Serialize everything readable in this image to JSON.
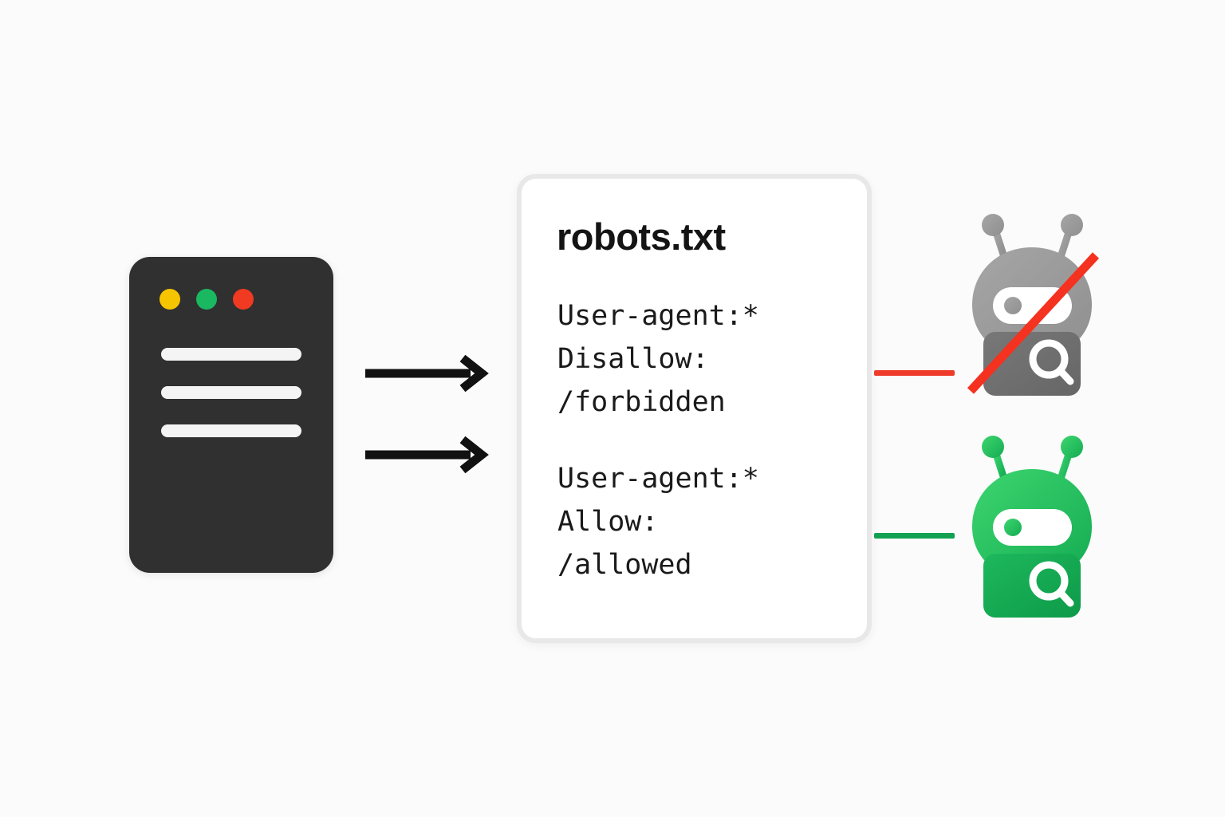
{
  "page": {
    "background_color": "#fbfbfb",
    "title": "robots.txt crawler access diagram"
  },
  "server": {
    "name": "website-server",
    "body_color": "#303030",
    "dots": [
      {
        "name": "traffic-dot-yellow",
        "color": "#f7c400"
      },
      {
        "name": "traffic-dot-green",
        "color": "#19b861"
      },
      {
        "name": "traffic-dot-red",
        "color": "#f03a21"
      }
    ],
    "content_lines": 3,
    "line_color": "#f4f4f4"
  },
  "arrows": [
    {
      "name": "arrow-to-card-top",
      "color": "#111111"
    },
    {
      "name": "arrow-to-card-bottom",
      "color": "#111111"
    }
  ],
  "card": {
    "title": "robots.txt",
    "border_color": "#e8e8e8",
    "background_color": "#ffffff",
    "rule_groups": [
      {
        "name": "disallow-rule",
        "lines": [
          "User-agent:*",
          "Disallow:",
          "/forbidden"
        ]
      },
      {
        "name": "allow-rule",
        "lines": [
          "User-agent:*",
          "Allow:",
          "/allowed"
        ]
      }
    ]
  },
  "connectors": [
    {
      "name": "connector-blocked",
      "color": "#ef3b2a"
    },
    {
      "name": "connector-allowed",
      "color": "#12a152"
    }
  ],
  "robots": [
    {
      "name": "blocked-crawler-robot",
      "state": "blocked",
      "head_color": "#9b9b9b",
      "body_color": "#6e6e6e",
      "strike_color": "#f5311f",
      "has_strikethrough": true
    },
    {
      "name": "allowed-crawler-robot",
      "state": "allowed",
      "head_color": "#2ecc63",
      "body_color": "#12a152",
      "strike_color": "",
      "has_strikethrough": false
    }
  ]
}
